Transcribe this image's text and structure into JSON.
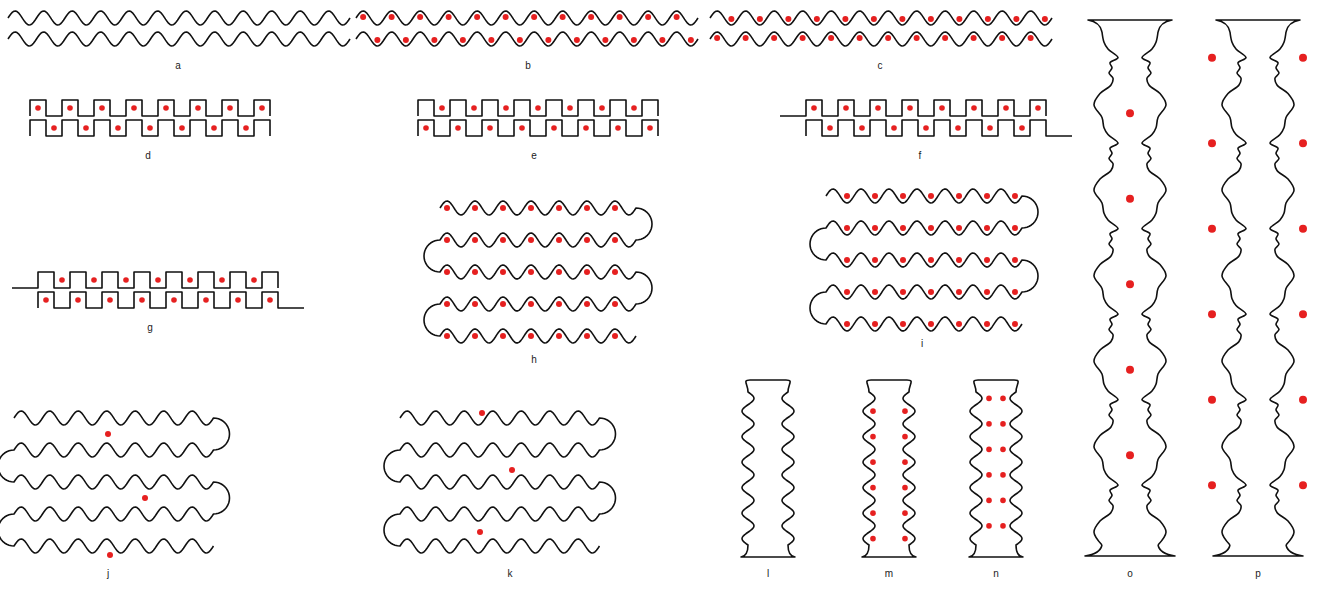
{
  "diagram": {
    "labels": [
      "a",
      "b",
      "c",
      "d",
      "e",
      "f",
      "g",
      "h",
      "i",
      "j",
      "k",
      "l",
      "m",
      "n",
      "o",
      "p"
    ]
  }
}
